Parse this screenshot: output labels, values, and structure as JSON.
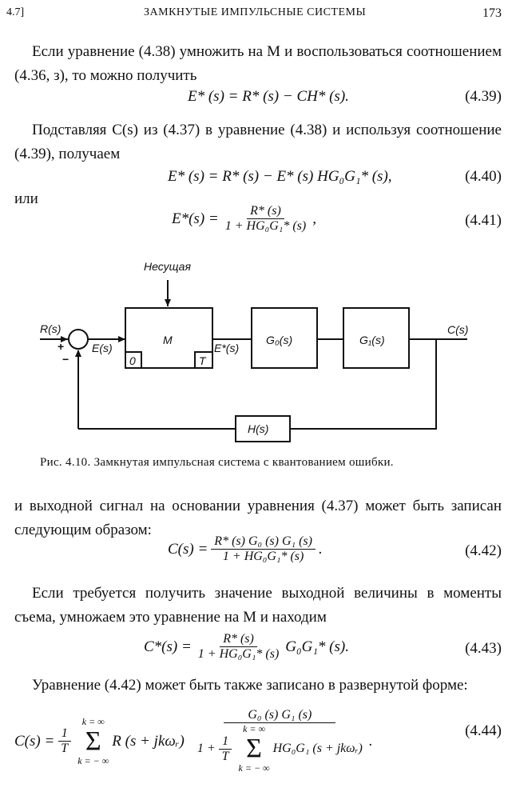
{
  "header": {
    "section": "4.7]",
    "title": "ЗАМКНУТЫЕ ИМПУЛЬСНЫЕ СИСТЕМЫ",
    "page": "173"
  },
  "p1": "Если уравнение (4.38) умножить на M и воспользоваться соотношением (4.36, з), то можно получить",
  "eq439": {
    "text": "E* (s) = R* (s) − CH* (s).",
    "num": "(4.39)"
  },
  "p2": "Подставляя C(s) из (4.37) в уравнение (4.38) и используя соотношение (4.39), получаем",
  "eq440": {
    "text": "E* (s) = R* (s) − E* (s) HG₀G₁* (s),",
    "num": "(4.40)"
  },
  "or": "или",
  "eq441": {
    "lhs": "E*(s) =",
    "num_expr": "R* (s)",
    "den_expr": "1 + HG₀G₁* (s)",
    "tail": ",",
    "num": "(4.41)"
  },
  "figure": {
    "carrier": "Несущая",
    "input": "R(s)",
    "plus": "+",
    "minus": "−",
    "error": "E(s)",
    "modulator": "M",
    "zero": "0",
    "period": "T",
    "sampled": "E*(s)",
    "g0": "G₀(s)",
    "g1": "G₁(s)",
    "output": "C(s)",
    "feedback": "H(s)",
    "caption": "Рис. 4.10. Замкнутая импульсная система с квантованием ошибки."
  },
  "p3": "и выходной сигнал на основании уравнения (4.37) может быть записан следующим образом:",
  "eq442": {
    "lhs": "C(s) =",
    "num_expr": "R* (s) G₀ (s) G₁ (s)",
    "den_expr": "1 + HG₀G₁* (s)",
    "tail": ".",
    "num": "(4.42)"
  },
  "p4": "Если требуется получить значение выходной величины в моменты съема, умножаем это уравнение на M и находим",
  "eq443": {
    "lhs": "C*(s) =",
    "num_expr": "R* (s)",
    "den_expr": "1 + HG₀G₁* (s)",
    "tail": "G₀G₁* (s).",
    "num": "(4.43)"
  },
  "p5": "Уравнение (4.42) может быть также записано в развернутой форме:",
  "eq444": {
    "lhs": "C(s) =",
    "one": "1",
    "T": "T",
    "sum_top": "k = ∞",
    "sum_bot": "k = − ∞",
    "term": "R (s + jkωᵣ)",
    "num_expr": "G₀ (s) G₁ (s)",
    "den_one": "1 +",
    "den_term": "HG₀G₁ (s + jkωᵣ)",
    "tail": ".",
    "num": "(4.44)"
  }
}
